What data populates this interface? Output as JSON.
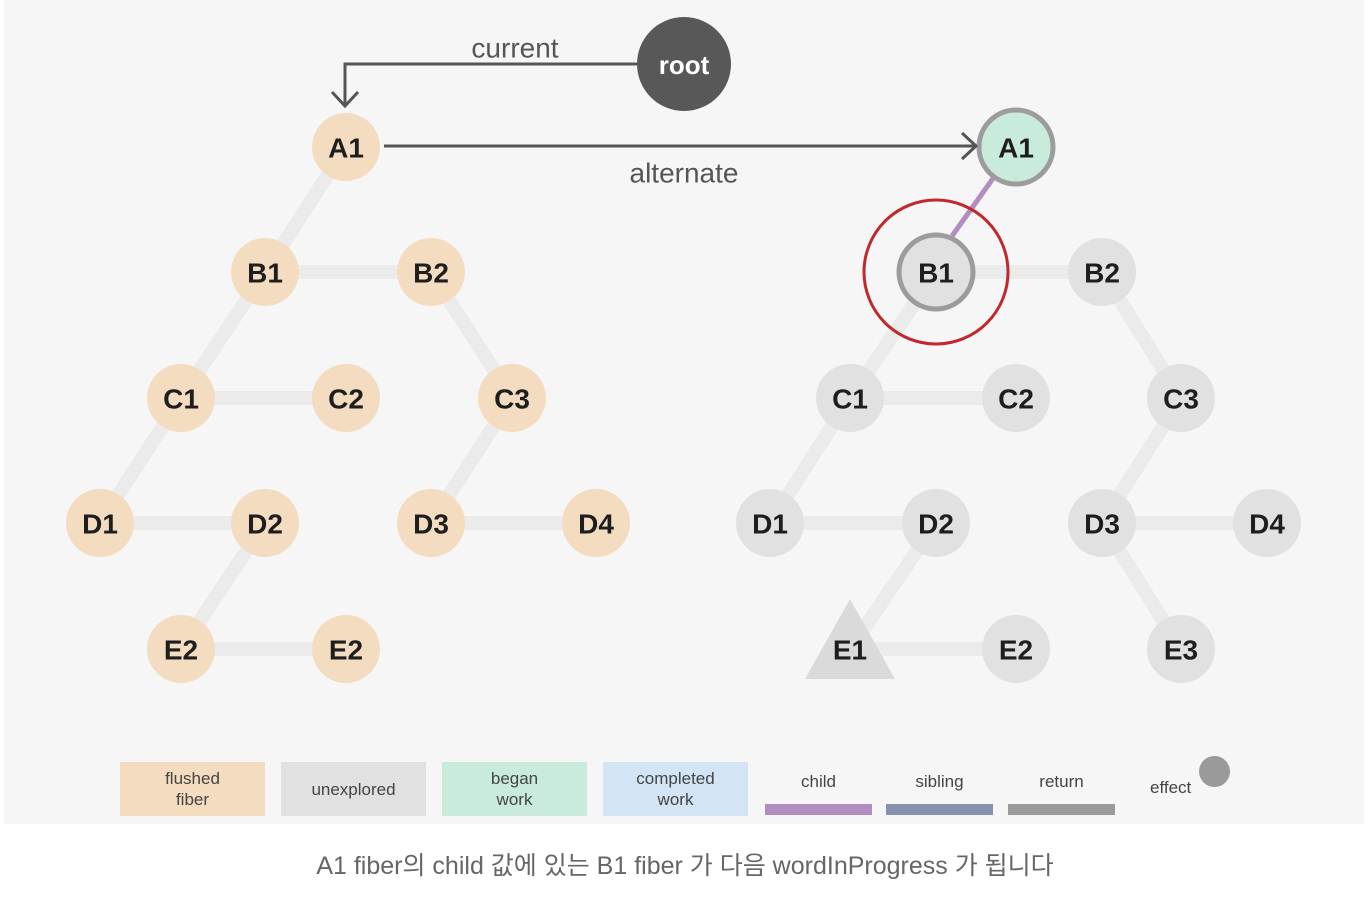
{
  "labels": {
    "current": "current",
    "alternate": "alternate",
    "root": "root"
  },
  "colors": {
    "flushed": "#f4dcc0",
    "unexplored": "#e1e1e1",
    "began": "#c9ebdb",
    "completed": "#d3e4f5",
    "child": "#b18dc1",
    "sibling": "#8891ab",
    "return": "#9a9a9a",
    "effect": "#9a9a9a",
    "highlight": "#c0282c",
    "root": "#585858",
    "arrow": "#555555"
  },
  "left_tree": {
    "nodes": [
      {
        "id": "A1",
        "label": "A1"
      },
      {
        "id": "B1",
        "label": "B1"
      },
      {
        "id": "B2",
        "label": "B2"
      },
      {
        "id": "C1",
        "label": "C1"
      },
      {
        "id": "C2",
        "label": "C2"
      },
      {
        "id": "C3",
        "label": "C3"
      },
      {
        "id": "D1",
        "label": "D1"
      },
      {
        "id": "D2",
        "label": "D2"
      },
      {
        "id": "D3",
        "label": "D3"
      },
      {
        "id": "D4",
        "label": "D4"
      },
      {
        "id": "E2a",
        "label": "E2"
      },
      {
        "id": "E2b",
        "label": "E2"
      }
    ],
    "edges": [
      [
        "A1",
        "B1"
      ],
      [
        "B1",
        "B2"
      ],
      [
        "B1",
        "C1"
      ],
      [
        "B2",
        "C3"
      ],
      [
        "C1",
        "C2"
      ],
      [
        "C1",
        "D1"
      ],
      [
        "C3",
        "D3"
      ],
      [
        "D1",
        "D2"
      ],
      [
        "D2",
        "E2a"
      ],
      [
        "D3",
        "D4"
      ],
      [
        "E2a",
        "E2b"
      ]
    ]
  },
  "right_tree": {
    "nodes": [
      {
        "id": "A1",
        "label": "A1",
        "state": "began"
      },
      {
        "id": "B1",
        "label": "B1",
        "state": "current"
      },
      {
        "id": "B2",
        "label": "B2"
      },
      {
        "id": "C1",
        "label": "C1"
      },
      {
        "id": "C2",
        "label": "C2"
      },
      {
        "id": "C3",
        "label": "C3"
      },
      {
        "id": "D1",
        "label": "D1"
      },
      {
        "id": "D2",
        "label": "D2"
      },
      {
        "id": "D3",
        "label": "D3"
      },
      {
        "id": "D4",
        "label": "D4"
      },
      {
        "id": "E1",
        "label": "E1",
        "shape": "triangle"
      },
      {
        "id": "E2",
        "label": "E2"
      },
      {
        "id": "E3",
        "label": "E3"
      }
    ],
    "edges": [
      [
        "B1",
        "B2"
      ],
      [
        "B1",
        "C1"
      ],
      [
        "B2",
        "C3"
      ],
      [
        "C1",
        "C2"
      ],
      [
        "C1",
        "D1"
      ],
      [
        "C3",
        "D3"
      ],
      [
        "D1",
        "D2"
      ],
      [
        "D2",
        "E1"
      ],
      [
        "D3",
        "D4"
      ],
      [
        "D3",
        "E3"
      ],
      [
        "E1",
        "E2"
      ]
    ],
    "child_edges": [
      [
        "A1",
        "B1"
      ]
    ]
  },
  "legend": {
    "boxes": [
      {
        "key": "flushed",
        "label": "flushed\nfiber"
      },
      {
        "key": "unexplored",
        "label": "unexplored"
      },
      {
        "key": "began",
        "label": "began\nwork"
      },
      {
        "key": "completed",
        "label": "completed\nwork"
      }
    ],
    "lines": [
      {
        "key": "child",
        "label": "child"
      },
      {
        "key": "sibling",
        "label": "sibling"
      },
      {
        "key": "return",
        "label": "return"
      }
    ],
    "effect": "effect"
  },
  "caption": "A1 fiber의 child 값에 있는 B1 fiber 가 다음 wordInProgress 가 됩니다"
}
